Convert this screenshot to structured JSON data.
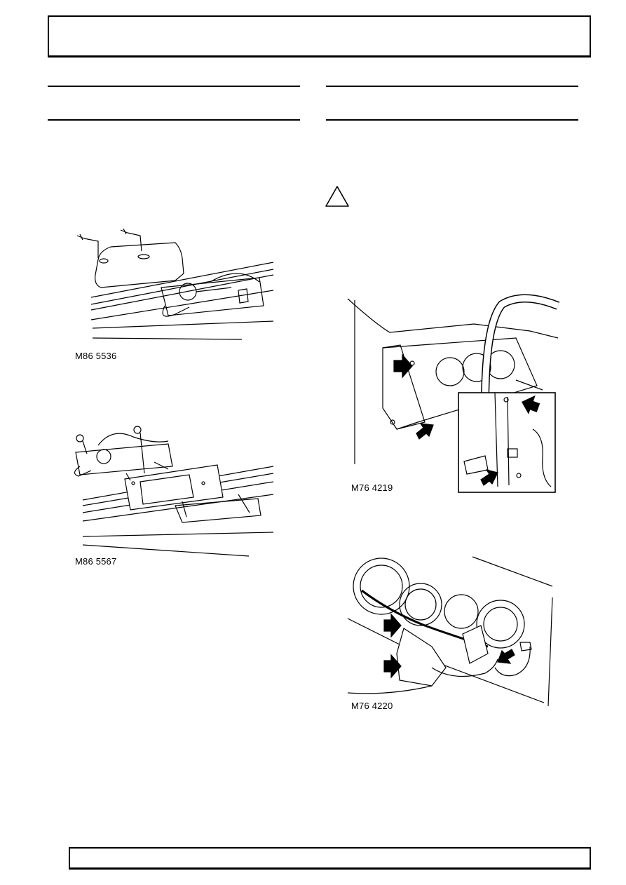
{
  "figures": {
    "fig1": {
      "caption": "M86 5536"
    },
    "fig2": {
      "caption": "M86 5567"
    },
    "fig3": {
      "caption": "M76 4219"
    },
    "fig4": {
      "caption": "M76 4220"
    }
  },
  "warning_icon": "warning-triangle-icon"
}
